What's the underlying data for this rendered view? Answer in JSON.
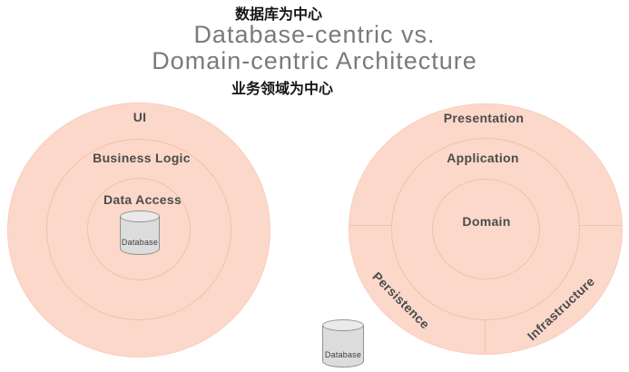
{
  "title": {
    "top_cn": "数据库为中心",
    "line1": "Database-centric vs.",
    "line2": "Domain-centric Architecture",
    "bottom_cn": "业务领域为中心"
  },
  "left_diagram": {
    "name": "Database-centric architecture",
    "ui_label": "UI",
    "business_logic_label": "Business Logic",
    "data_access_label": "Data Access",
    "database_label": "Database"
  },
  "right_diagram": {
    "name": "Domain-centric architecture",
    "presentation_label": "Presentation",
    "application_label": "Application",
    "domain_label": "Domain",
    "persistence_label": "Persistence",
    "infrastructure_label": "Infrastructure",
    "database_label": "Database"
  },
  "colors": {
    "circle_fill": "#fcd8ca",
    "ring_stroke": "#f4c0a6",
    "outer_rim": "#f9cdbc",
    "title_gray": "#7a7a7a",
    "label_dark": "#4c4c4c",
    "cn_black": "#161616",
    "cyl_fill": "#dcdcdc",
    "cyl_top": "#eaeaea",
    "cyl_stroke": "#909090",
    "cyl_label": "#3f3f3f"
  }
}
